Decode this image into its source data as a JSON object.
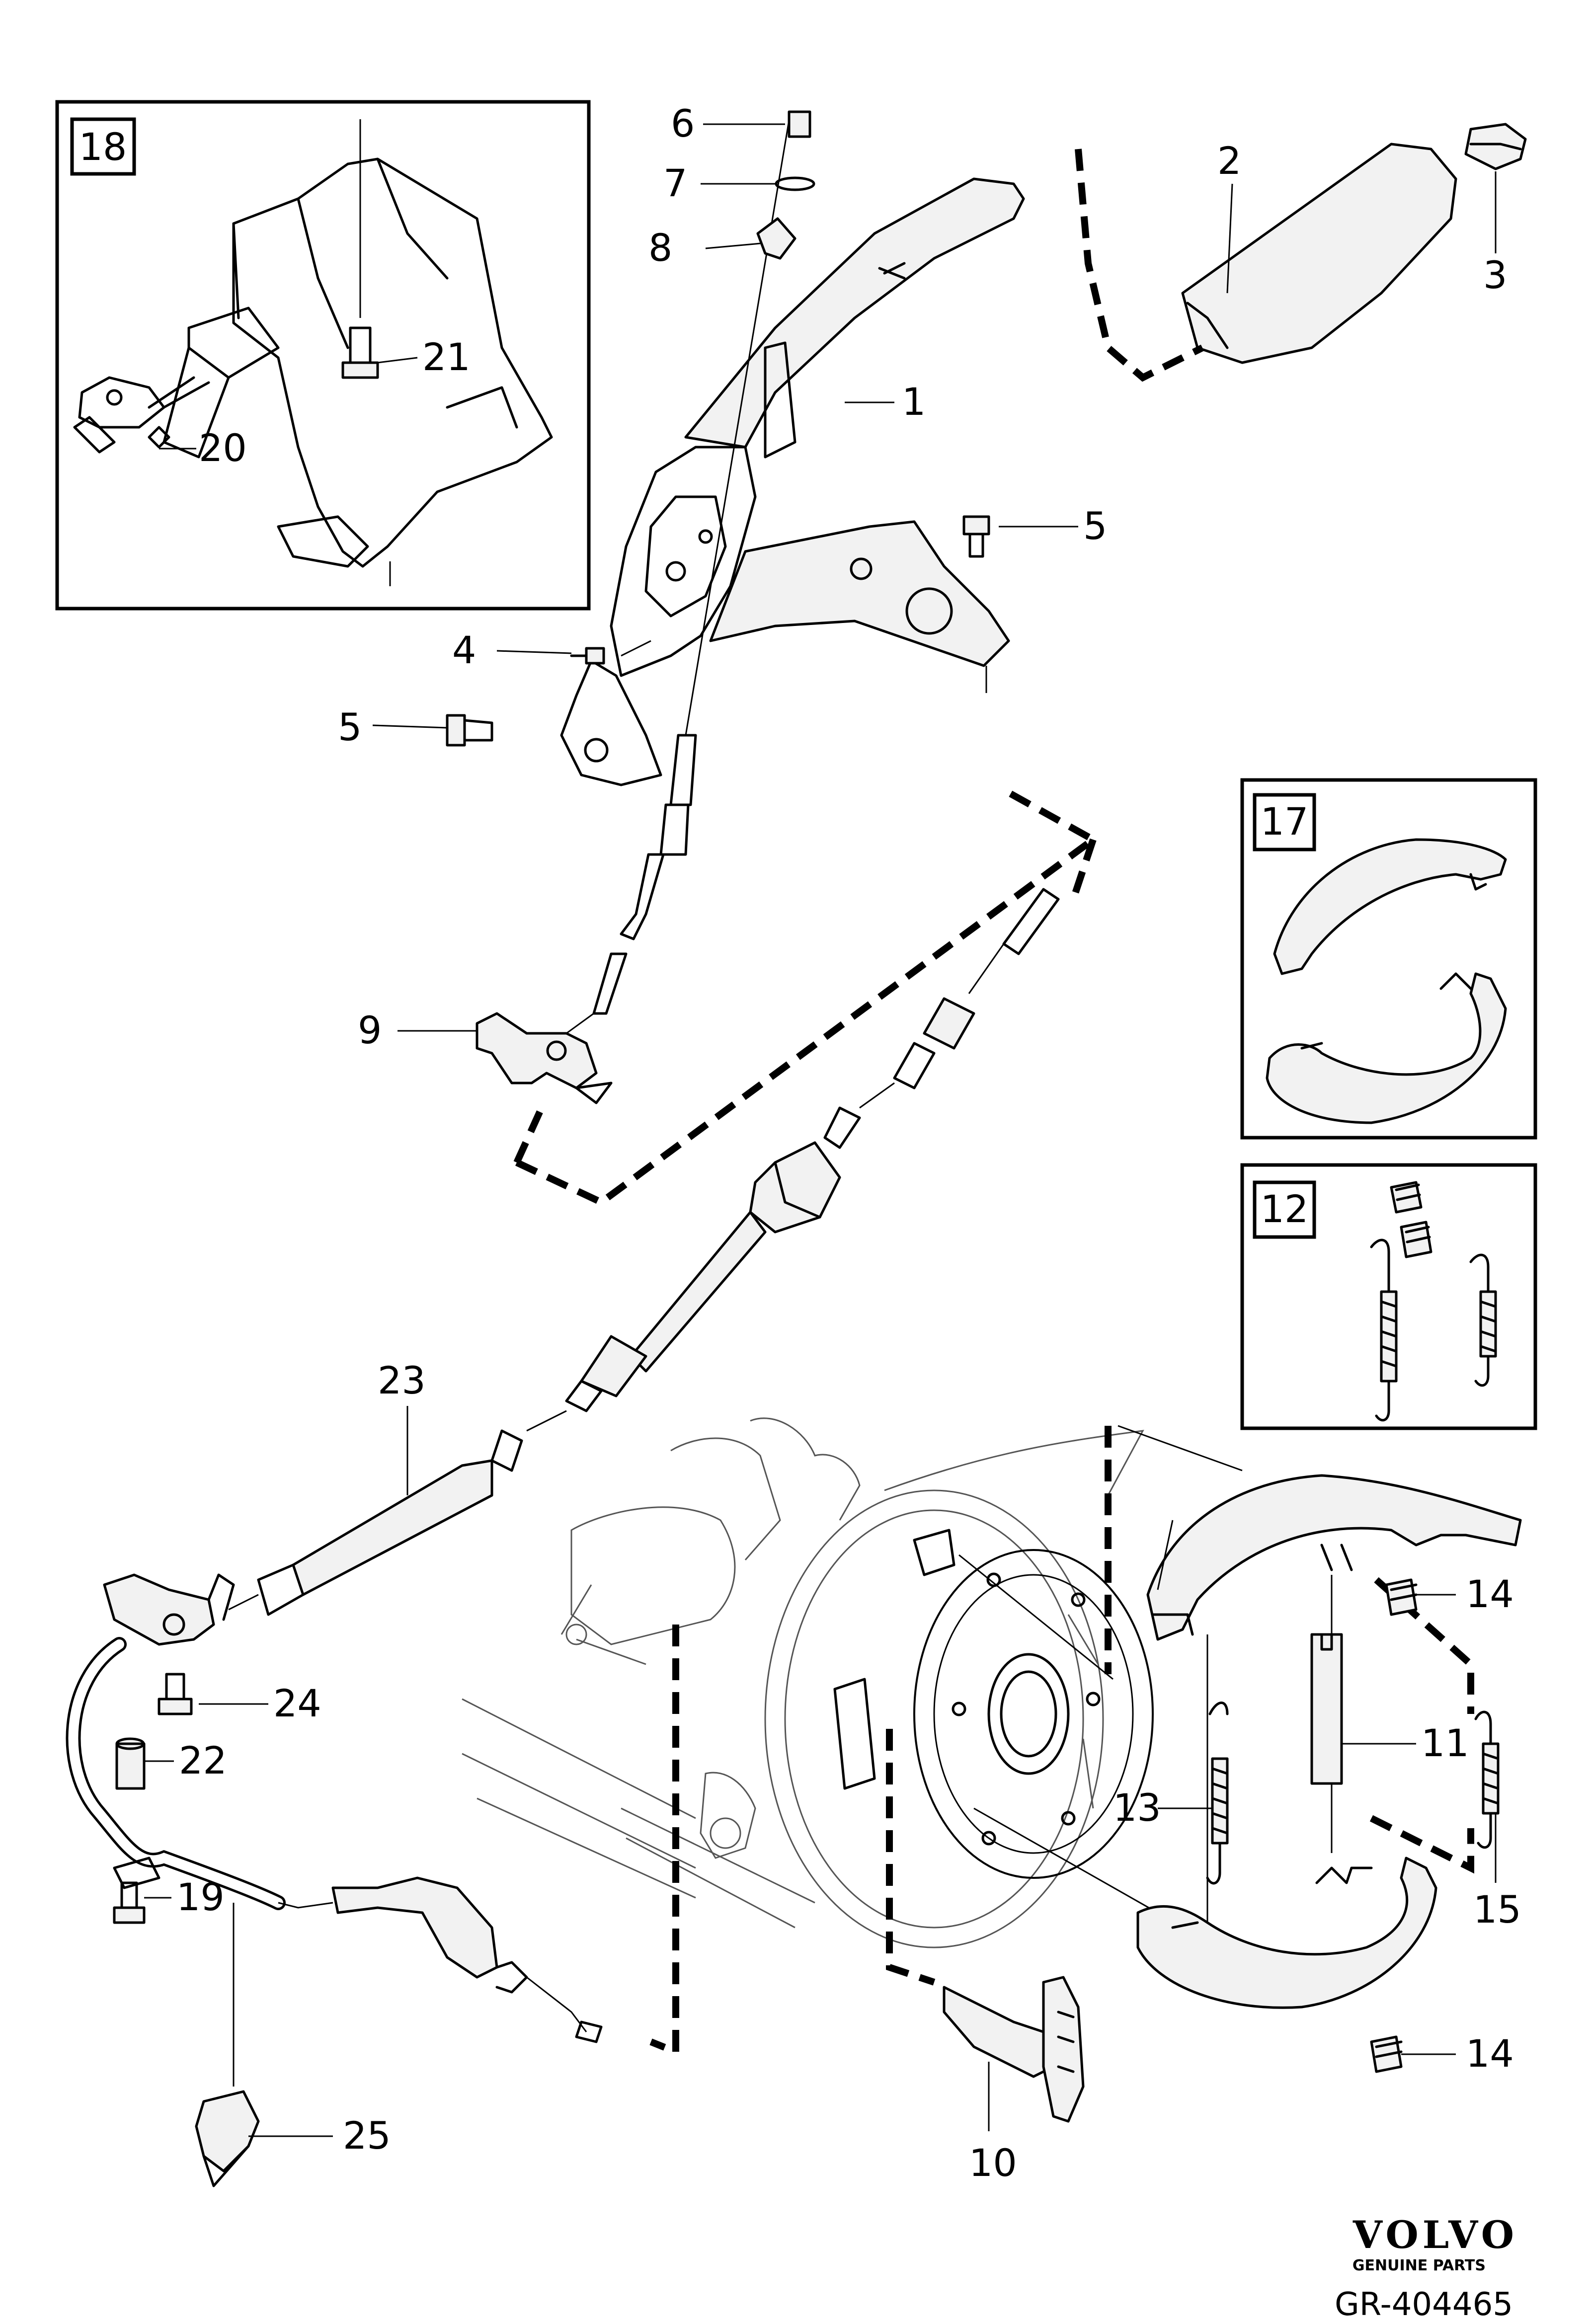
{
  "diagram": {
    "inset_boxes": [
      "18",
      "17",
      "12"
    ],
    "callouts": [
      "1",
      "2",
      "3",
      "4",
      "5",
      "5",
      "6",
      "7",
      "8",
      "9",
      "10",
      "11",
      "13",
      "14",
      "14",
      "15",
      "19",
      "20",
      "21",
      "22",
      "23",
      "24",
      "25"
    ]
  },
  "branding": {
    "logo_text": "VOLVO",
    "tagline": "GENUINE PARTS",
    "reference": "GR-404465"
  }
}
